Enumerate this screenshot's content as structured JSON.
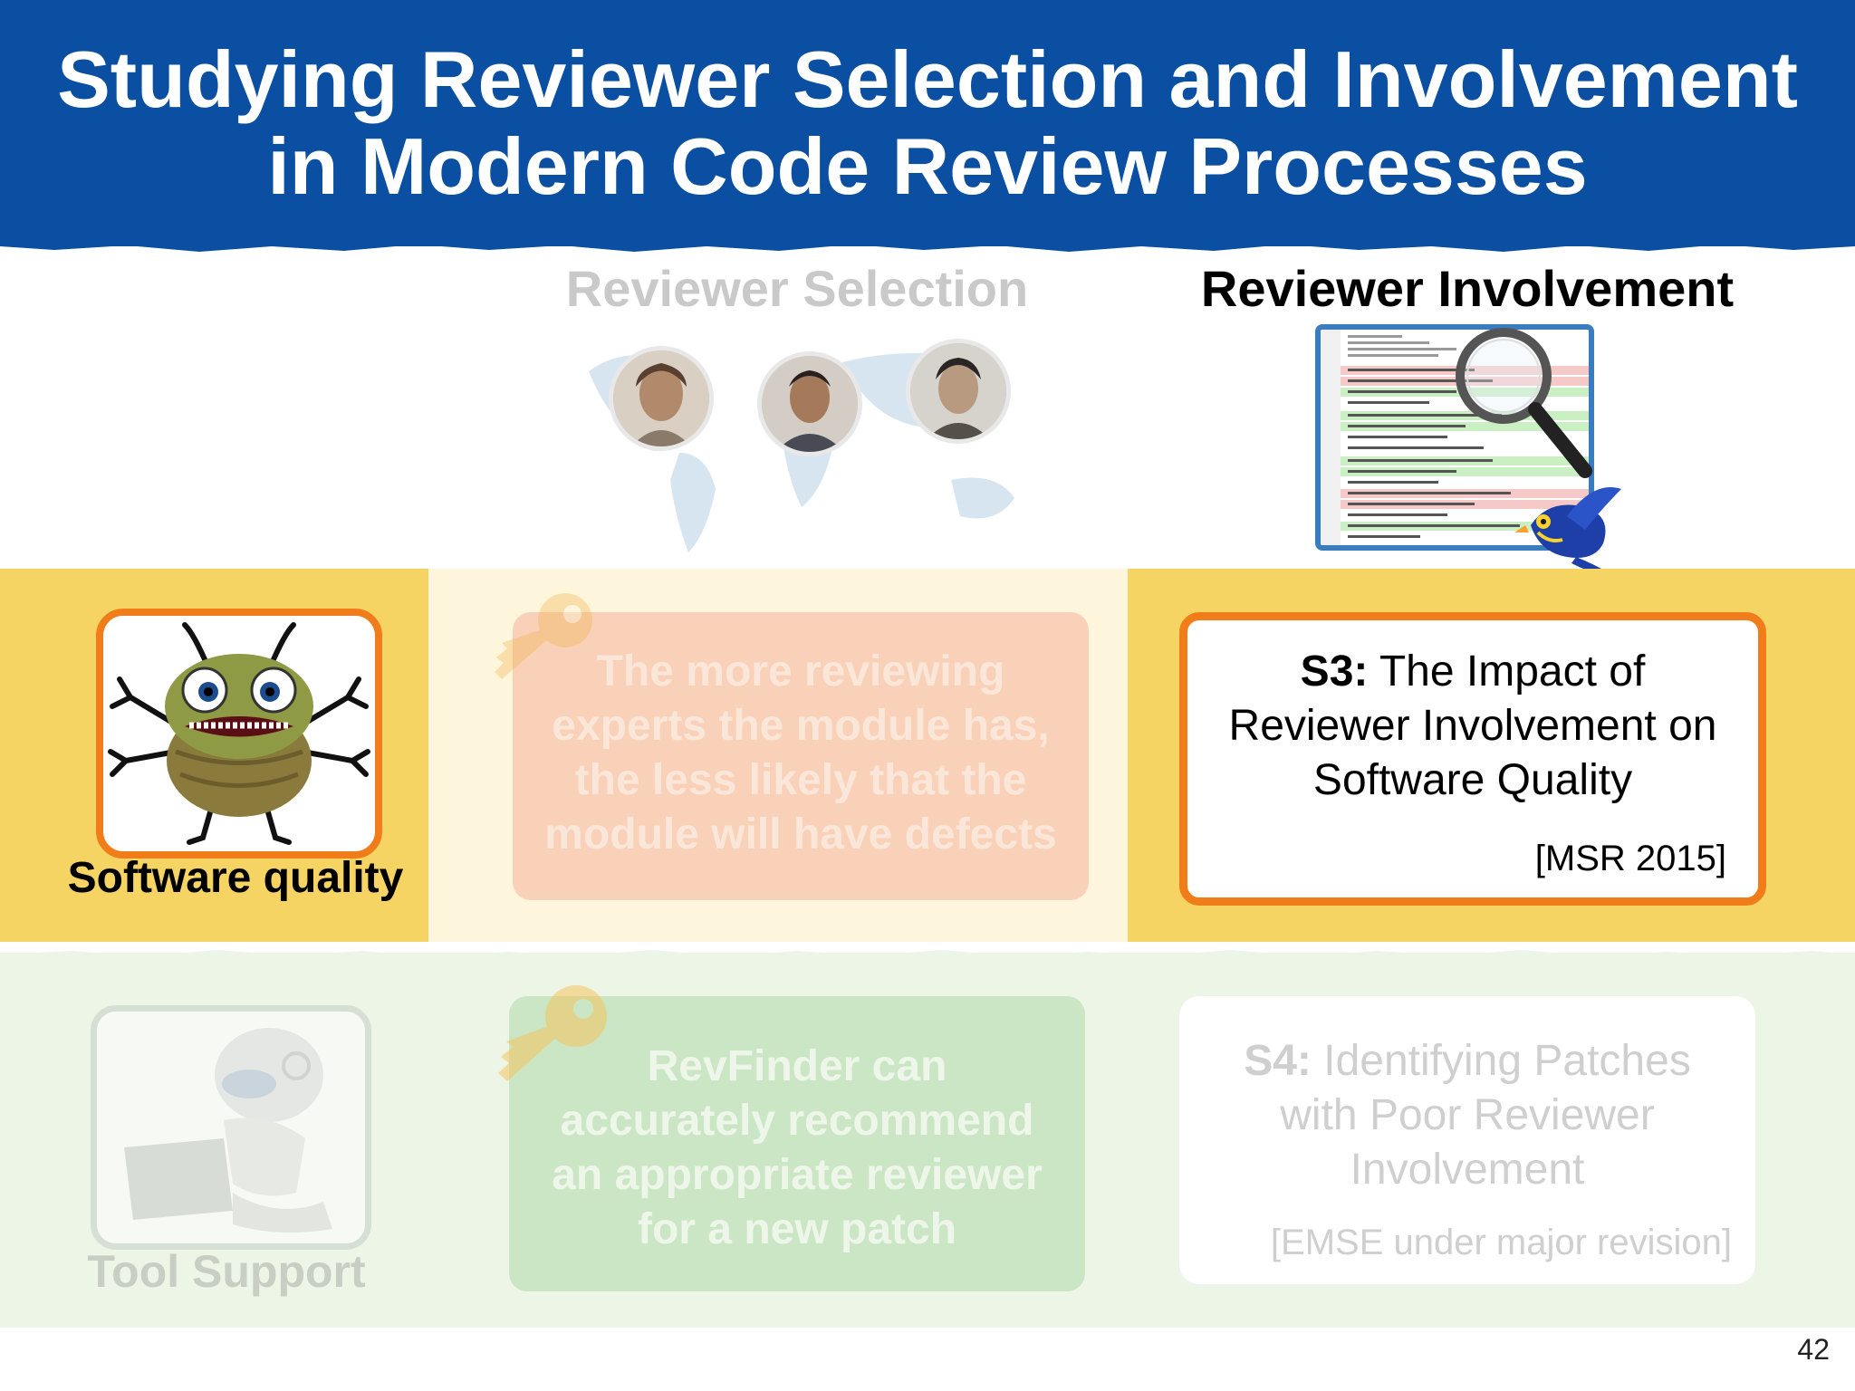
{
  "slide": {
    "title_line1": "Studying Reviewer Selection and Involvement",
    "title_line2": "in Modern Code Review Processes",
    "page_number": "42"
  },
  "columns": {
    "selection": "Reviewer Selection",
    "involvement": "Reviewer Involvement"
  },
  "rows": {
    "quality": {
      "label": "Software quality",
      "finding_lines": [
        "The more reviewing",
        "experts the module has,",
        "the less likely that the",
        "module will have defects"
      ],
      "study_code": "S3:",
      "study_title_rest": " The Impact of",
      "study_title_line2": "Reviewer Involvement on",
      "study_title_line3": "Software Quality",
      "venue": "[MSR 2015]"
    },
    "tool": {
      "label": "Tool Support",
      "finding_lines": [
        "RevFinder can",
        "accurately recommend",
        "an appropriate reviewer",
        "for a new patch"
      ],
      "study_code": "S4:",
      "study_title_rest": " Identifying Patches",
      "study_title_line2": "with Poor Reviewer",
      "study_title_line3": "Involvement",
      "venue": "[EMSE under major revision]"
    }
  },
  "colors": {
    "header_blue": "#0a4fa1",
    "band_yellow": "#f6d463",
    "accent_orange": "#f07d1a",
    "band_green": "#edf5e6"
  }
}
